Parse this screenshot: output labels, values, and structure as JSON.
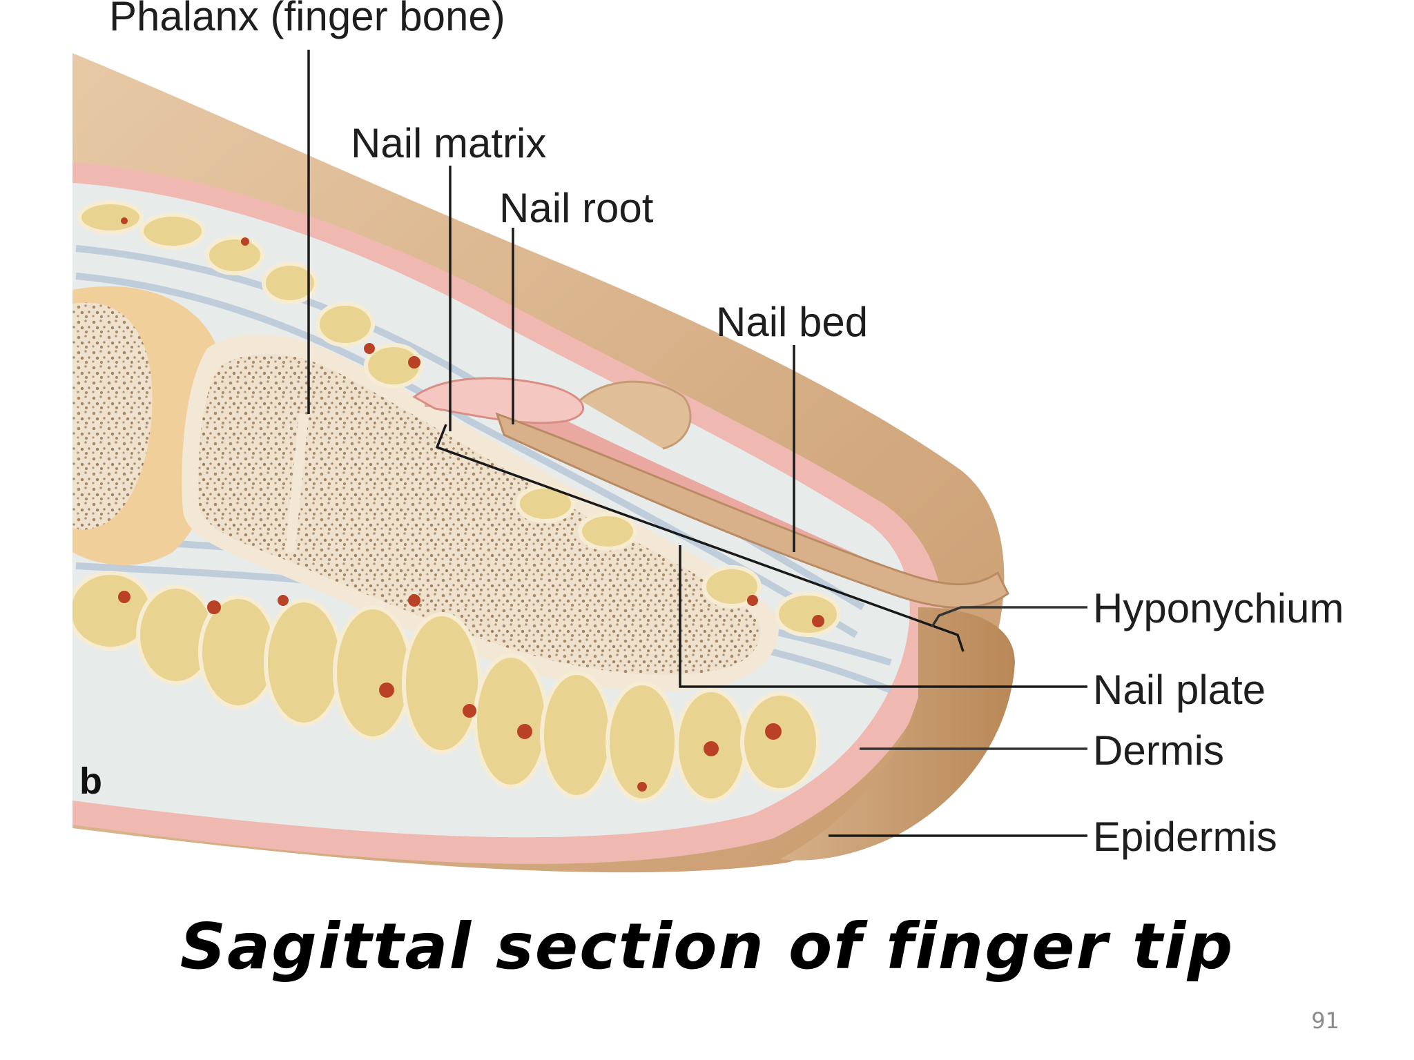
{
  "figure": {
    "panel_letter": "b",
    "labels": {
      "phalanx": "Phalanx (finger bone)",
      "nail_matrix": "Nail matrix",
      "nail_root": "Nail root",
      "nail_bed": "Nail bed",
      "hyponychium": "Hyponychium",
      "nail_plate": "Nail plate",
      "dermis": "Dermis",
      "epidermis": "Epidermis"
    }
  },
  "slide": {
    "caption": "Sagittal section of finger tip",
    "page_number": "91"
  },
  "colors": {
    "skin_tan": "#d6b088",
    "epidermis_pink": "#efb9b2",
    "dermis_grey": "#e7ebea",
    "fat_yellow": "#e9d391",
    "bone_cream": "#f3e8d6",
    "blood_red": "#b94226"
  }
}
